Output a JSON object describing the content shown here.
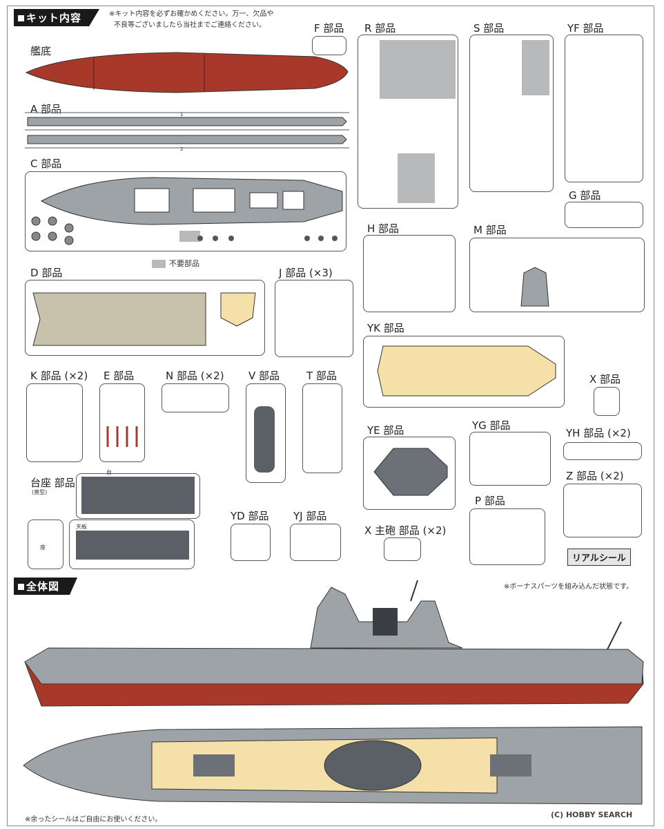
{
  "sections": {
    "kit": {
      "title": "キット内容"
    },
    "overall": {
      "title": "全体図"
    }
  },
  "notes": {
    "check": "※キット内容を必ずお確かめください。万一、欠品や",
    "check2": "不良等ございましたら当社までご連絡ください。",
    "bonus": "※ボーナスパーツを組み込んだ状態です。",
    "seal": "※余ったシールはご自由にお使いください。"
  },
  "legend": {
    "unused": "不要部品"
  },
  "parts": {
    "hull": "艦底",
    "a": "A 部品",
    "c": "C 部品",
    "d": "D 部品",
    "f": "F 部品",
    "r": "R 部品",
    "s": "S 部品",
    "yf": "YF 部品",
    "g": "G 部品",
    "h": "H 部品",
    "m": "M 部品",
    "j": "J 部品 (×3)",
    "yk": "YK 部品",
    "k": "K 部品 (×2)",
    "e": "E 部品",
    "n": "N 部品 (×2)",
    "v": "V 部品",
    "t": "T 部品",
    "x": "X 部品",
    "ye": "YE 部品",
    "yg": "YG 部品",
    "yh": "YH 部品 (×2)",
    "z": "Z 部品 (×2)",
    "base": "台座 部品",
    "base_sub": "(直型)",
    "yd": "YD 部品",
    "yj": "YJ 部品",
    "xgun": "X 主砲 部品 (×2)",
    "p": "P 部品",
    "stand": "台",
    "top": "天板",
    "seat": "座"
  },
  "seal_label": "リアルシール",
  "watermark": "(C) HOBBY SEARCH",
  "colors": {
    "hull_red": "#a8392a",
    "deck_grey": "#9ea3a7",
    "wood": "#f4e0a8",
    "dark": "#3b3f44"
  }
}
